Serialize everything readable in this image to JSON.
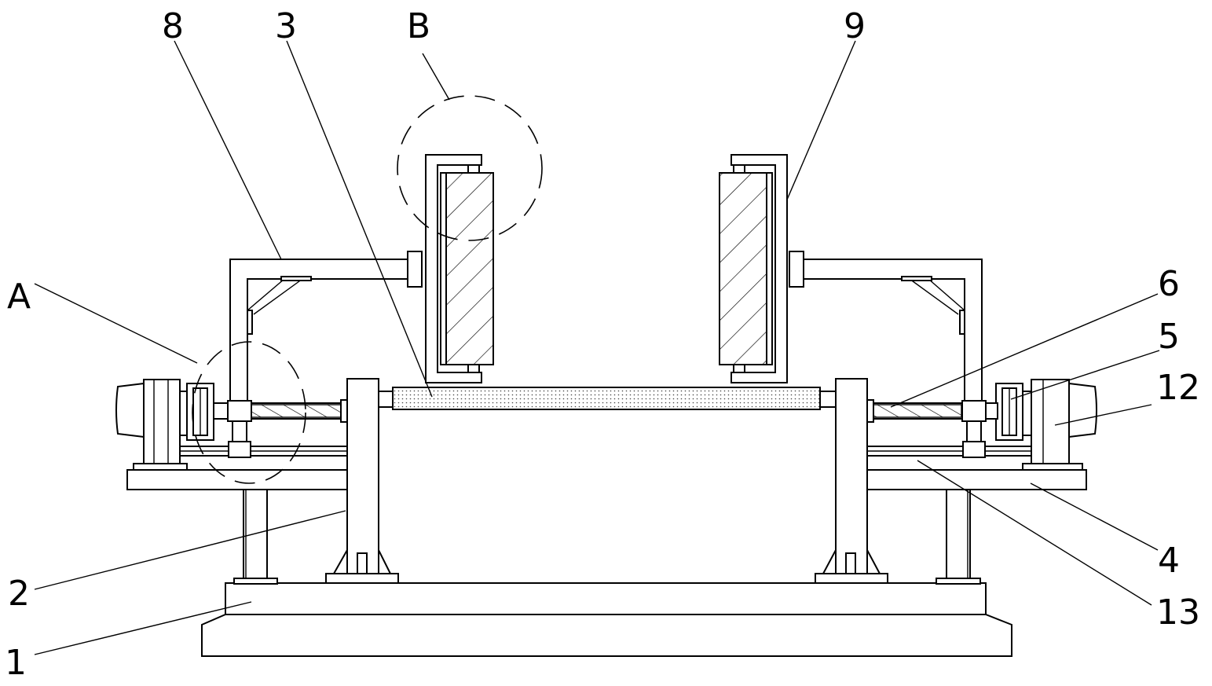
{
  "labels": {
    "n1": "1",
    "n2": "2",
    "n3": "3",
    "n4": "4",
    "n5": "5",
    "n6": "6",
    "n8": "8",
    "n9": "9",
    "n12": "12",
    "n13": "13",
    "a": "A",
    "b": "B"
  }
}
